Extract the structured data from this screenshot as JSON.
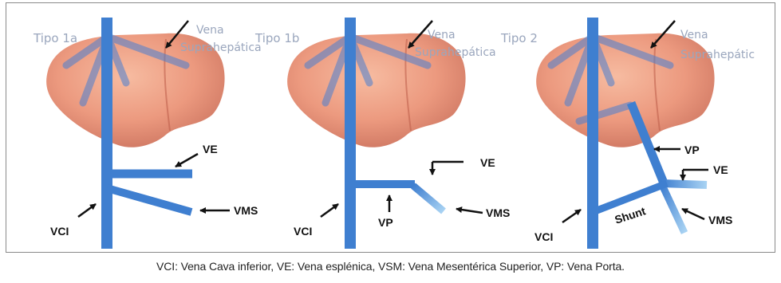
{
  "colors": {
    "vein": "#3f7fd0",
    "vein_light": "#8ec3ee",
    "liver_light": "#f2a488",
    "liver_dark": "#c76a55",
    "arrow": "#111111",
    "faded_label": "#9aa6bd"
  },
  "panels": [
    {
      "type_label": "Tipo 1a",
      "hepatic_vein_label_1": "Vena",
      "hepatic_vein_label_2": "Suprahepática",
      "labels": {
        "ve": "VE",
        "vms": "VMS",
        "vci": "VCI"
      }
    },
    {
      "type_label": "Tipo 1b",
      "hepatic_vein_label_1": "Vena",
      "hepatic_vein_label_2": "Suprahepática",
      "labels": {
        "ve": "VE",
        "vms": "VMS",
        "vci": "VCI",
        "vp": "VP"
      }
    },
    {
      "type_label": "Tipo 2",
      "hepatic_vein_label_1": "Vena",
      "hepatic_vein_label_2": "Suprahepátic",
      "labels": {
        "vp": "VP",
        "ve": "VE",
        "vms": "VMS",
        "vci": "VCI",
        "shunt": "Shunt"
      }
    }
  ],
  "caption": "VCI: Vena Cava inferior, VE: Vena esplénica, VSM: Vena Mesentérica Superior, VP: Vena Porta."
}
